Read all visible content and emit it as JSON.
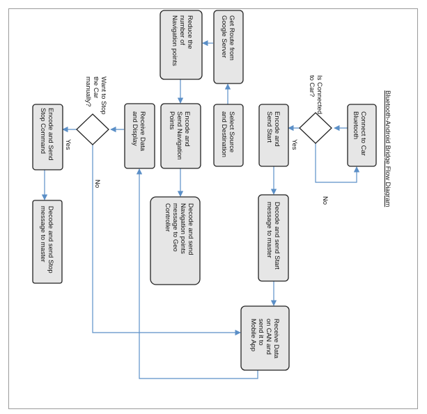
{
  "title": "Bluetooth-Android Bridge Flow Diagram",
  "nodes": {
    "connect": [
      "Connect to Car",
      "Bluetooth"
    ],
    "is_connected": [
      "Is Connected",
      "to Car?"
    ],
    "encode_start": [
      "Encode and",
      "Send Start"
    ],
    "decode_start": [
      "Decode and send Start",
      "message to master"
    ],
    "receive_can": [
      "Receive Data",
      "on CAN and",
      "send it to",
      "Mobile App"
    ],
    "select_source": [
      "Select Source",
      "and Destination"
    ],
    "get_route": [
      "Get Route from",
      "Google Server"
    ],
    "reduce_points": [
      "Reduce the",
      "number of",
      "Navigation points"
    ],
    "encode_nav": [
      "Encode and",
      "Send Navigation",
      "Points"
    ],
    "decode_nav": [
      "Decode and send",
      "Navigation points",
      "message to Geo",
      "Controller"
    ],
    "receive_display": [
      "Receive Data",
      "and Display"
    ],
    "want_stop": [
      "Want to Stop",
      "the Car",
      "manually?"
    ],
    "encode_stop": [
      "Encode and Send",
      "Stop Command"
    ],
    "decode_stop": [
      "Decode and send Stop",
      "message to master"
    ]
  },
  "edge_labels": {
    "yes_connected": "Yes",
    "no_connected": "No",
    "yes_stop": "Yes",
    "no_stop": "No"
  },
  "colors": {
    "connector": "#5b8fc7",
    "box_fill": "#e6e6e6",
    "border": "#222222"
  }
}
